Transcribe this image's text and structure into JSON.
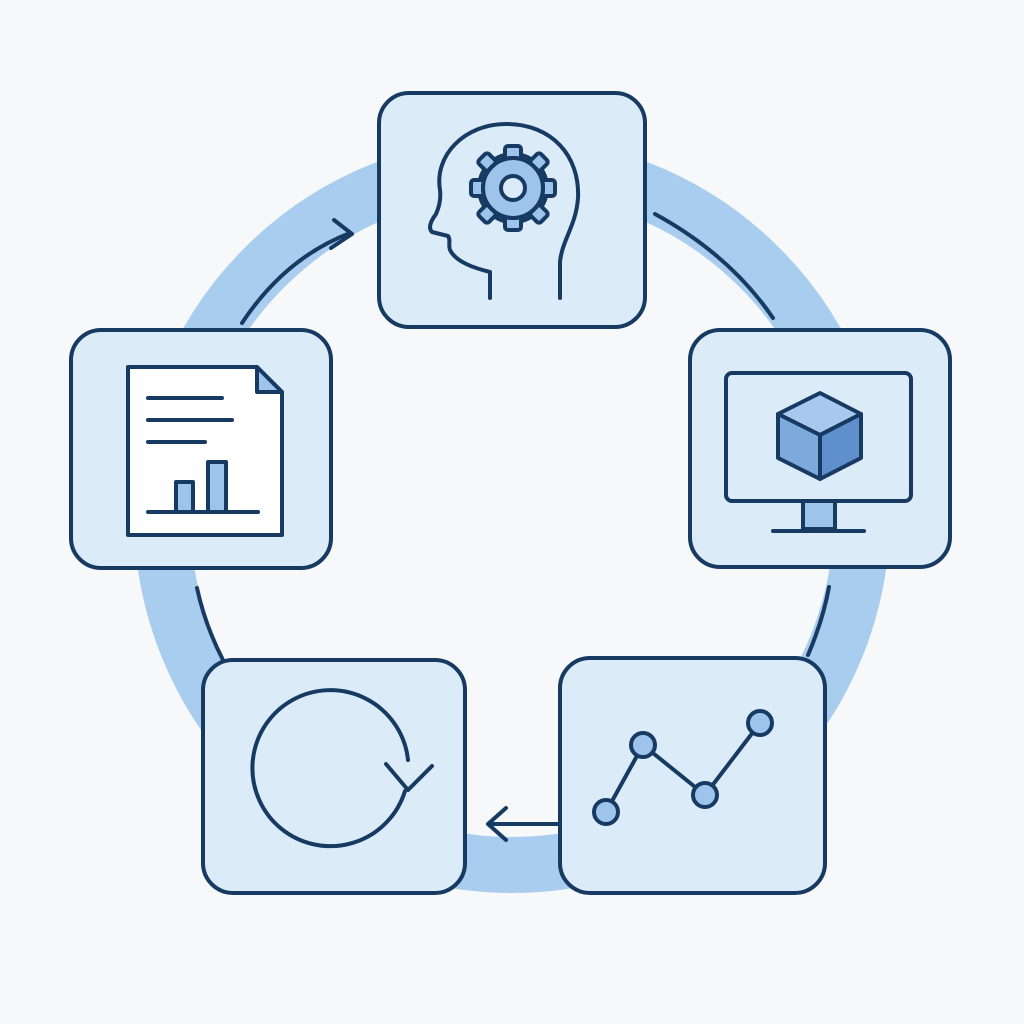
{
  "diagram": {
    "type": "cycle",
    "colors": {
      "background": "#f7f8f9",
      "ring": "#a9cdee",
      "card_fill": "#dcebf8",
      "outline": "#173a63",
      "accent_fill": "#7ea9dc",
      "marker_fill": "#9ec4ec"
    },
    "nodes": [
      {
        "id": "top",
        "icon": "head-with-gear-icon"
      },
      {
        "id": "right",
        "icon": "monitor-with-cube-icon"
      },
      {
        "id": "bottom-right",
        "icon": "line-chart-icon"
      },
      {
        "id": "bottom-left",
        "icon": "refresh-cycle-icon"
      },
      {
        "id": "left",
        "icon": "report-document-icon"
      }
    ],
    "flow": [
      "left",
      "top",
      "right",
      "bottom-right",
      "bottom-left",
      "left"
    ]
  }
}
